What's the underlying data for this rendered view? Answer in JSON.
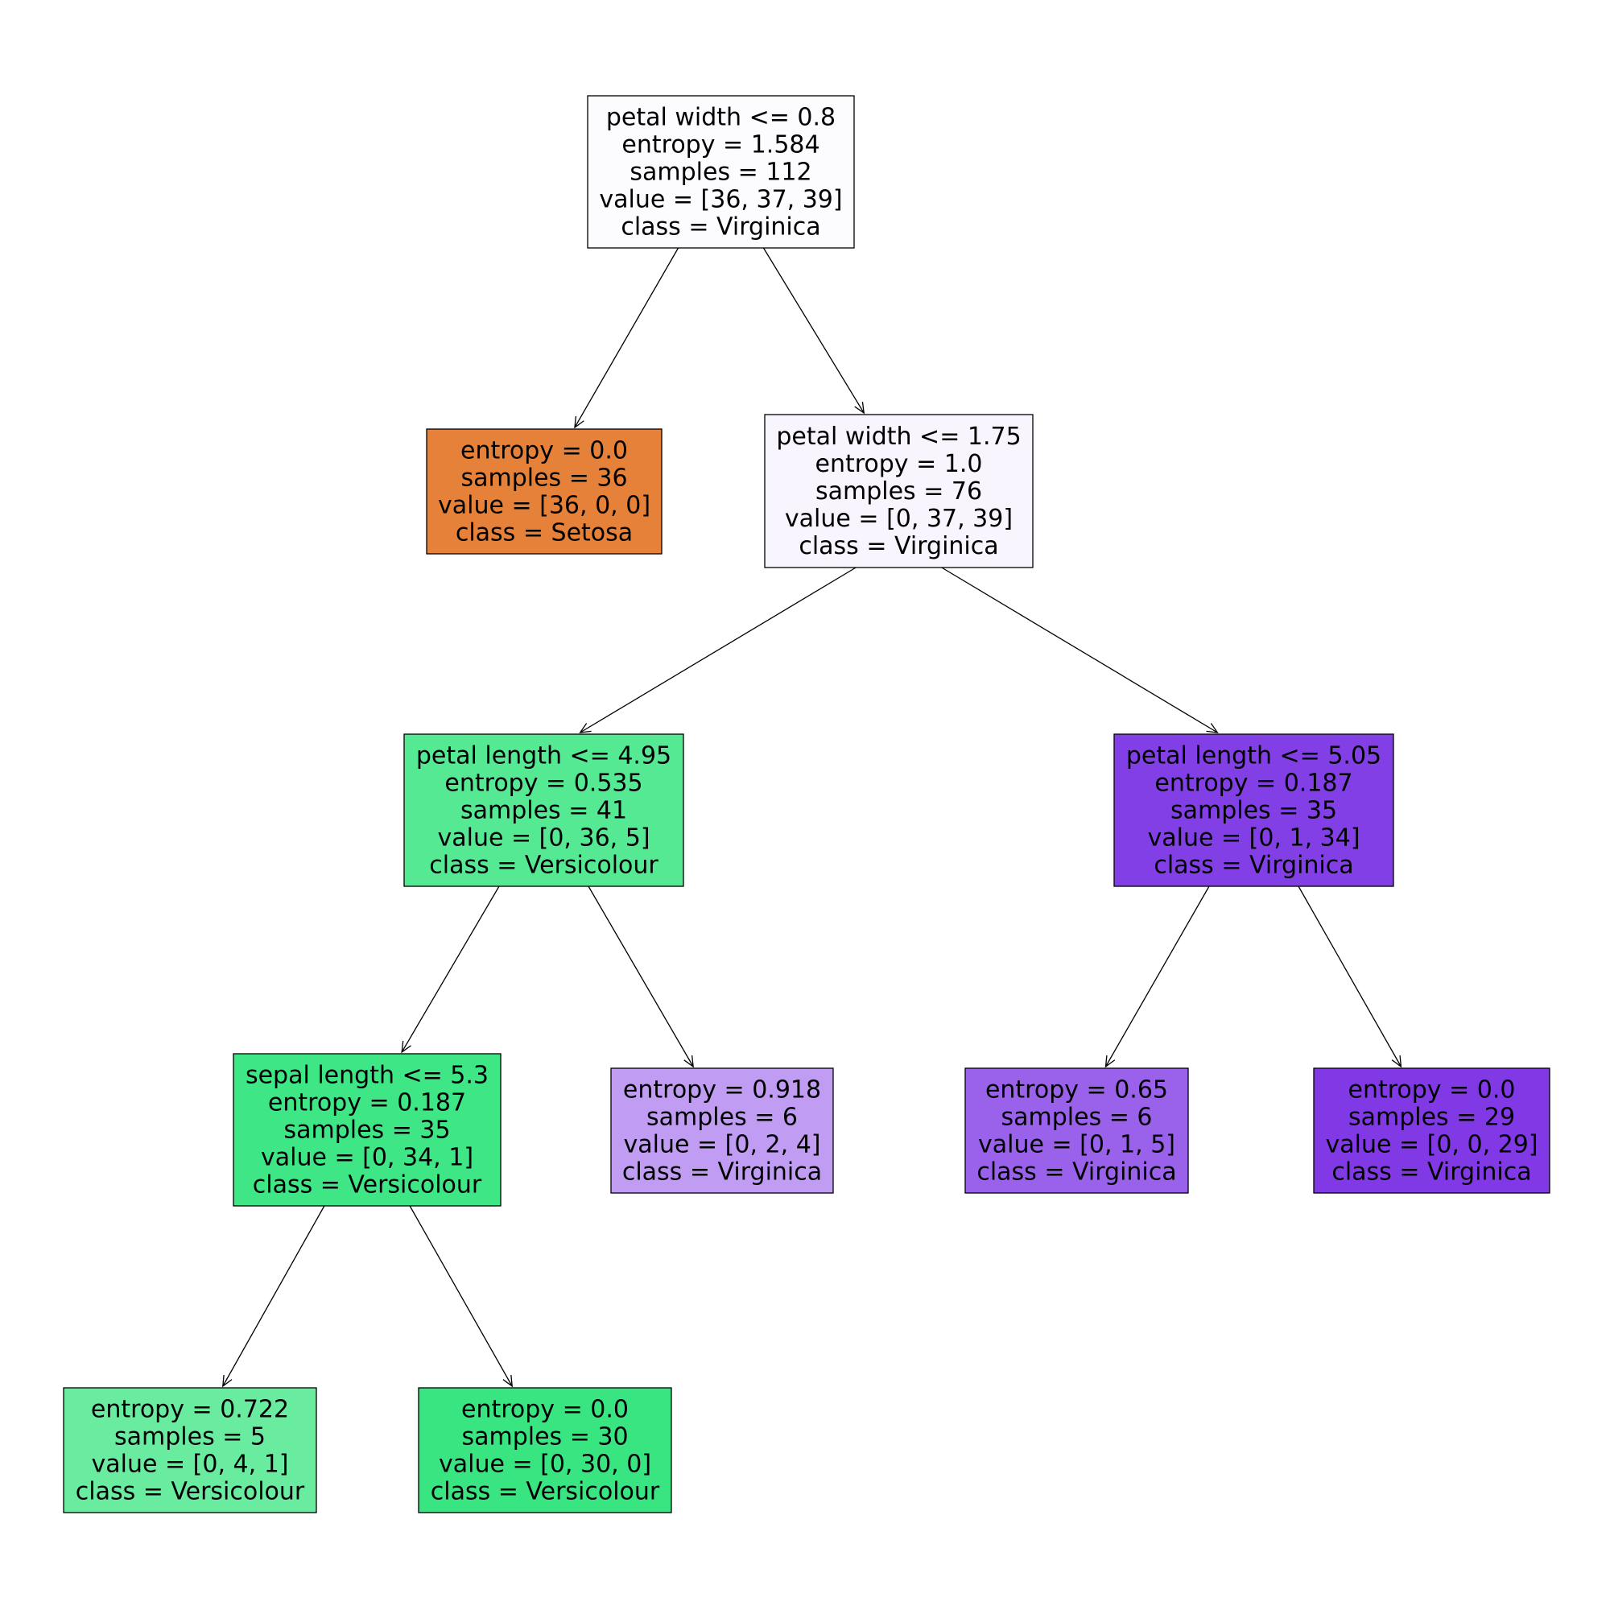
{
  "tree": {
    "nodes": [
      {
        "id": "n0",
        "lines": [
          "petal width <= 0.8",
          "entropy = 1.584",
          "samples = 112",
          "value = [36, 37, 39]",
          "class = Virginica"
        ],
        "fill": "#fcfbfe"
      },
      {
        "id": "n1",
        "lines": [
          "entropy = 0.0",
          "samples = 36",
          "value = [36, 0, 0]",
          "class = Setosa"
        ],
        "fill": "#e58139"
      },
      {
        "id": "n2",
        "lines": [
          "petal width <= 1.75",
          "entropy = 1.0",
          "samples = 76",
          "value = [0, 37, 39]",
          "class = Virginica"
        ],
        "fill": "#f8f5fe"
      },
      {
        "id": "n3",
        "lines": [
          "petal length <= 4.95",
          "entropy = 0.535",
          "samples = 41",
          "value = [0, 36, 5]",
          "class = Versicolour"
        ],
        "fill": "#54e992"
      },
      {
        "id": "n4",
        "lines": [
          "petal length <= 5.05",
          "entropy = 0.187",
          "samples = 35",
          "value = [0, 1, 34]",
          "class = Virginica"
        ],
        "fill": "#823fe6"
      },
      {
        "id": "n5",
        "lines": [
          "sepal length <= 5.3",
          "entropy = 0.187",
          "samples = 35",
          "value = [0, 34, 1]",
          "class = Versicolour"
        ],
        "fill": "#3fe685"
      },
      {
        "id": "n6",
        "lines": [
          "entropy = 0.918",
          "samples = 6",
          "value = [0, 2, 4]",
          "class = Virginica"
        ],
        "fill": "#c09cf2"
      },
      {
        "id": "n7",
        "lines": [
          "entropy = 0.65",
          "samples = 6",
          "value = [0, 1, 5]",
          "class = Virginica"
        ],
        "fill": "#9a61ea"
      },
      {
        "id": "n8",
        "lines": [
          "entropy = 0.0",
          "samples = 29",
          "value = [0, 0, 29]",
          "class = Virginica"
        ],
        "fill": "#8139e5"
      },
      {
        "id": "n9",
        "lines": [
          "entropy = 0.722",
          "samples = 5",
          "value = [0, 4, 1]",
          "class = Versicolour"
        ],
        "fill": "#6aeca0"
      },
      {
        "id": "n10",
        "lines": [
          "entropy = 0.0",
          "samples = 30",
          "value = [0, 30, 0]",
          "class = Versicolour"
        ],
        "fill": "#39e581"
      }
    ],
    "edges": [
      {
        "from": "n0",
        "to": "n1"
      },
      {
        "from": "n0",
        "to": "n2"
      },
      {
        "from": "n2",
        "to": "n3"
      },
      {
        "from": "n2",
        "to": "n4"
      },
      {
        "from": "n3",
        "to": "n5"
      },
      {
        "from": "n3",
        "to": "n6"
      },
      {
        "from": "n4",
        "to": "n7"
      },
      {
        "from": "n4",
        "to": "n8"
      },
      {
        "from": "n5",
        "to": "n9"
      },
      {
        "from": "n5",
        "to": "n10"
      }
    ]
  }
}
